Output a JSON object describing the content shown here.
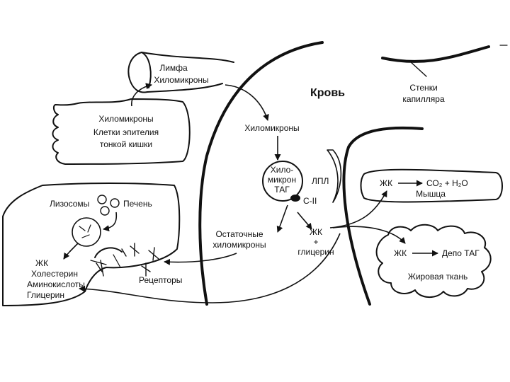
{
  "labels": {
    "lymph": "Лимфа",
    "lymph_chylo": "Хиломикроны",
    "epi_chylo": "Хиломикроны",
    "epi_cells_1": "Клетки эпителия",
    "epi_cells_2": "тонкой кишки",
    "blood": "Кровь",
    "capillary_1": "Стенки",
    "capillary_2": "капилляра",
    "blood_chylo": "Хиломикроны",
    "chylo_tag_1": "Хило-",
    "chylo_tag_2": "микрон",
    "chylo_tag_3": "ТАГ",
    "c2": "С-II",
    "lpl": "ЛПЛ",
    "lysosomes": "Лизосомы",
    "liver": "Печень",
    "remnant_1": "Остаточные",
    "remnant_2": "хиломикроны",
    "fa_glyc_1": "ЖК",
    "fa_glyc_2": "+",
    "fa_glyc_3": "глицерин",
    "liver_out_1": "ЖК",
    "liver_out_2": "Холестерин",
    "liver_out_3": "Аминокислоты",
    "liver_out_4": "Глицерин",
    "receptors": "Рецепторы",
    "muscle_fa": "ЖК",
    "muscle_products": "СО₂ + Н₂О",
    "muscle": "Мышца",
    "adipose_fa": "ЖК",
    "adipose_depot": "Депо ТАГ",
    "adipose": "Жировая ткань"
  }
}
